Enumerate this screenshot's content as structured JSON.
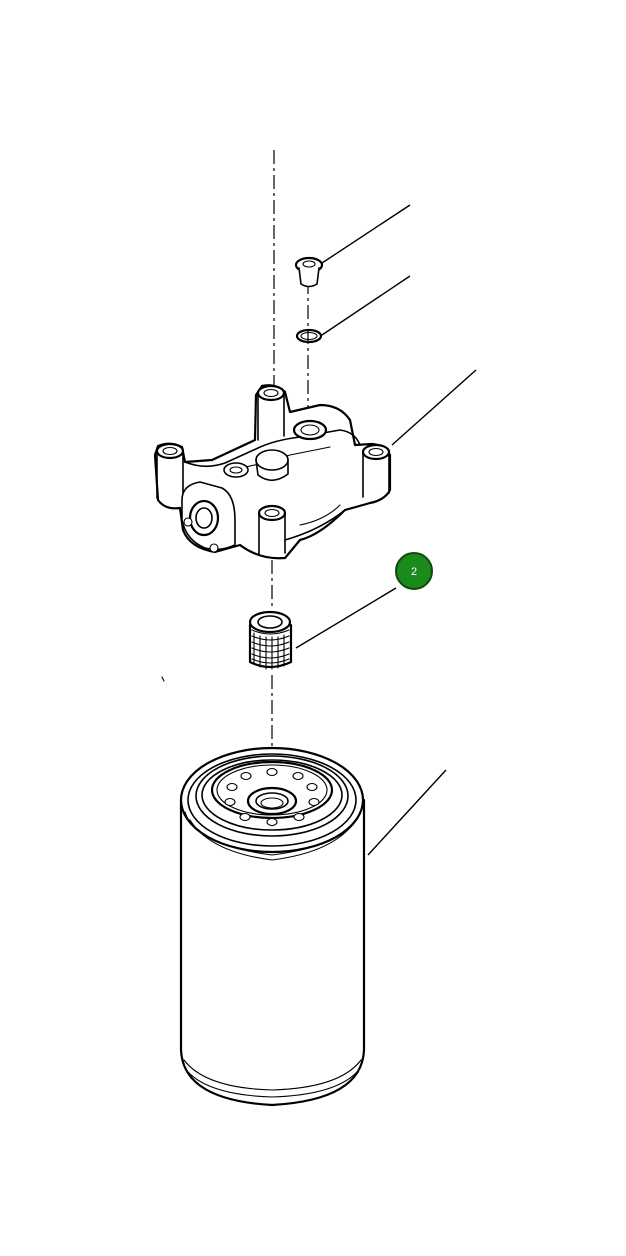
{
  "callouts": [
    {
      "id": "callout-plug",
      "label": ""
    },
    {
      "id": "callout-o-ring",
      "label": ""
    },
    {
      "id": "callout-filter-head",
      "label": ""
    },
    {
      "id": "callout-adapter",
      "label": "2",
      "highlighted": true
    },
    {
      "id": "callout-filter-element",
      "label": ""
    }
  ],
  "colors": {
    "badge_fill": "#1a8a1a",
    "line": "#000000",
    "background": "#ffffff"
  }
}
